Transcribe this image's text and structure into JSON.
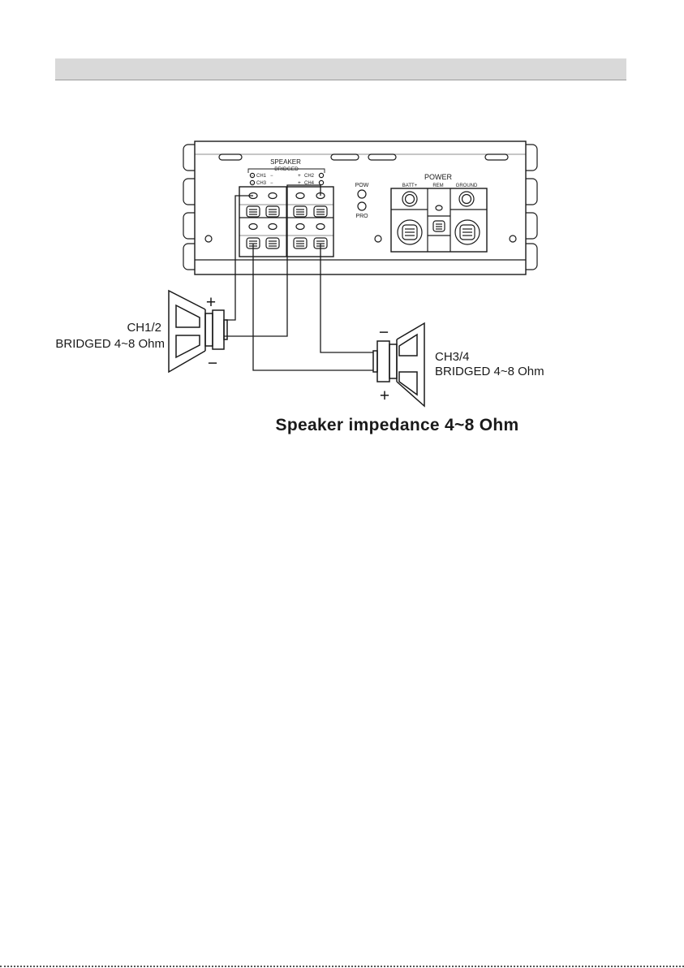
{
  "header": {
    "title": ""
  },
  "amplifier": {
    "speaker_label": "SPEAKER",
    "bridged_label": "BRIDGED",
    "ch1_label": "CH1",
    "ch3_label": "CH3",
    "ch2_label": "CH2",
    "ch4_label": "CH4",
    "minus_sign": "−",
    "plus_sign": "+",
    "pow_label": "POW",
    "pro_label": "PRO",
    "power_label": "POWER",
    "batt_label": "BATT+",
    "rem_label": "REM",
    "ground_label": "GROUND"
  },
  "speaker_left": {
    "line1": "CH1/2",
    "line2": "BRIDGED 4~8 Ohm",
    "plus": "+",
    "minus": "−"
  },
  "speaker_right": {
    "line1": "CH3/4",
    "line2": "BRIDGED 4~8 Ohm",
    "plus": "+",
    "minus": "−"
  },
  "caption": "Speaker impedance 4~8 Ohm",
  "colors": {
    "line": "#1a1a1a",
    "header": "#d9d9d9"
  }
}
